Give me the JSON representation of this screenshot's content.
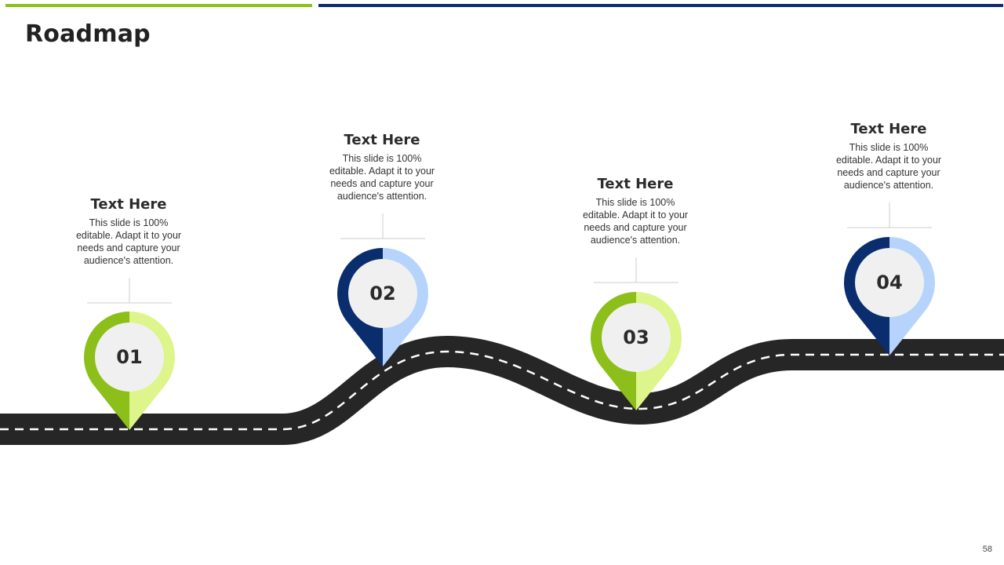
{
  "slide": {
    "title": "Roadmap",
    "page_number": "58"
  },
  "colors": {
    "accent_green": "#8cbf1a",
    "light_green": "#ddf58a",
    "navy": "#0a2d6e",
    "light_blue": "#b6d4fb",
    "road": "#262626"
  },
  "steps": [
    {
      "number": "01",
      "heading": "Text Here",
      "body": "This slide is 100% editable. Adapt it to your needs and capture your audience's attention.",
      "color_scheme": "green"
    },
    {
      "number": "02",
      "heading": "Text Here",
      "body": "This slide is 100% editable. Adapt it to your needs and capture your audience's attention.",
      "color_scheme": "blue"
    },
    {
      "number": "03",
      "heading": "Text Here",
      "body": "This slide is 100% editable. Adapt it to your needs and capture your audience's attention.",
      "color_scheme": "green"
    },
    {
      "number": "04",
      "heading": "Text Here",
      "body": "This slide is 100% editable. Adapt it to your needs and capture your audience's attention.",
      "color_scheme": "blue"
    }
  ]
}
